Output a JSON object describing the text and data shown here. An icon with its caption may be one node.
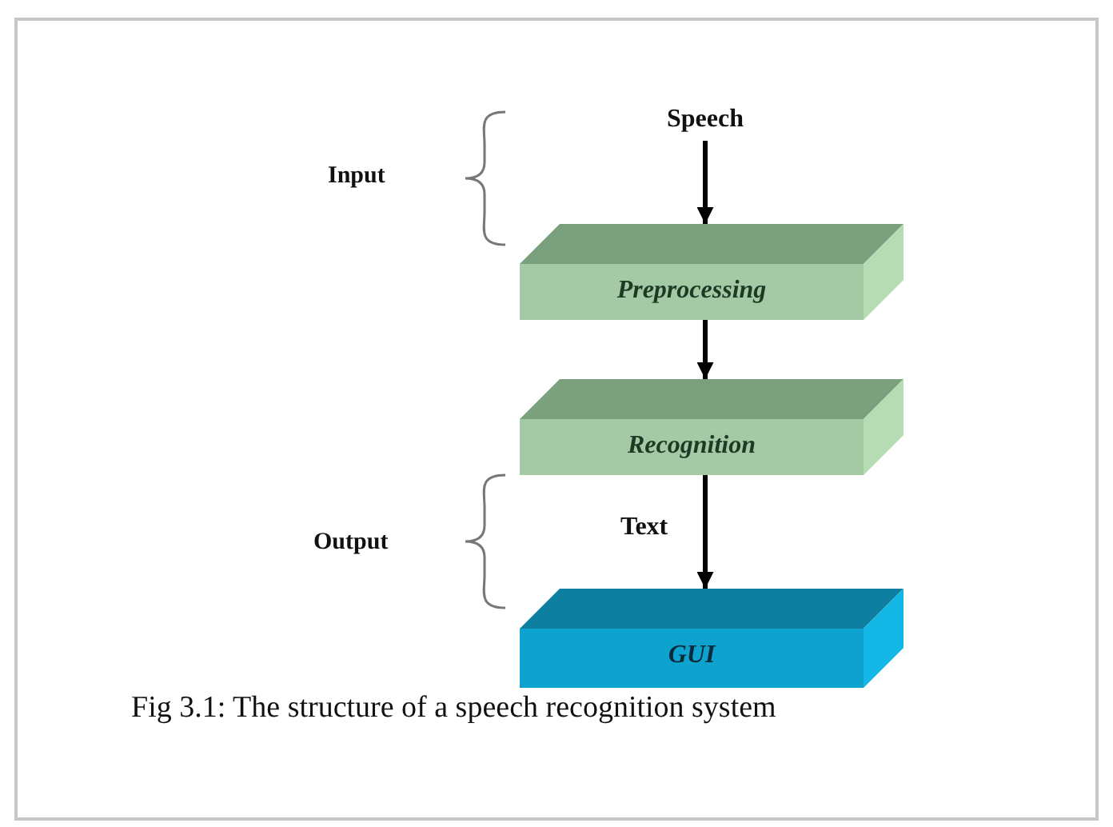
{
  "diagram": {
    "caption": "Fig 3.1: The structure of a speech recognition system",
    "nodes": [
      {
        "text": [
          "Speech"
        ]
      },
      {
        "text": [
          "Preprocessing"
        ]
      },
      {
        "text": [
          "Recognition"
        ]
      },
      {
        "text": [
          "GUI"
        ]
      }
    ],
    "edges": [
      {
        "from": 0,
        "to": 1,
        "arrow": "to"
      },
      {
        "from": 1,
        "to": 2,
        "arrow": "to"
      },
      {
        "from": 2,
        "to": 3,
        "arrow": "to",
        "label": "Text"
      }
    ],
    "labels": [
      "Input",
      "Output"
    ]
  }
}
